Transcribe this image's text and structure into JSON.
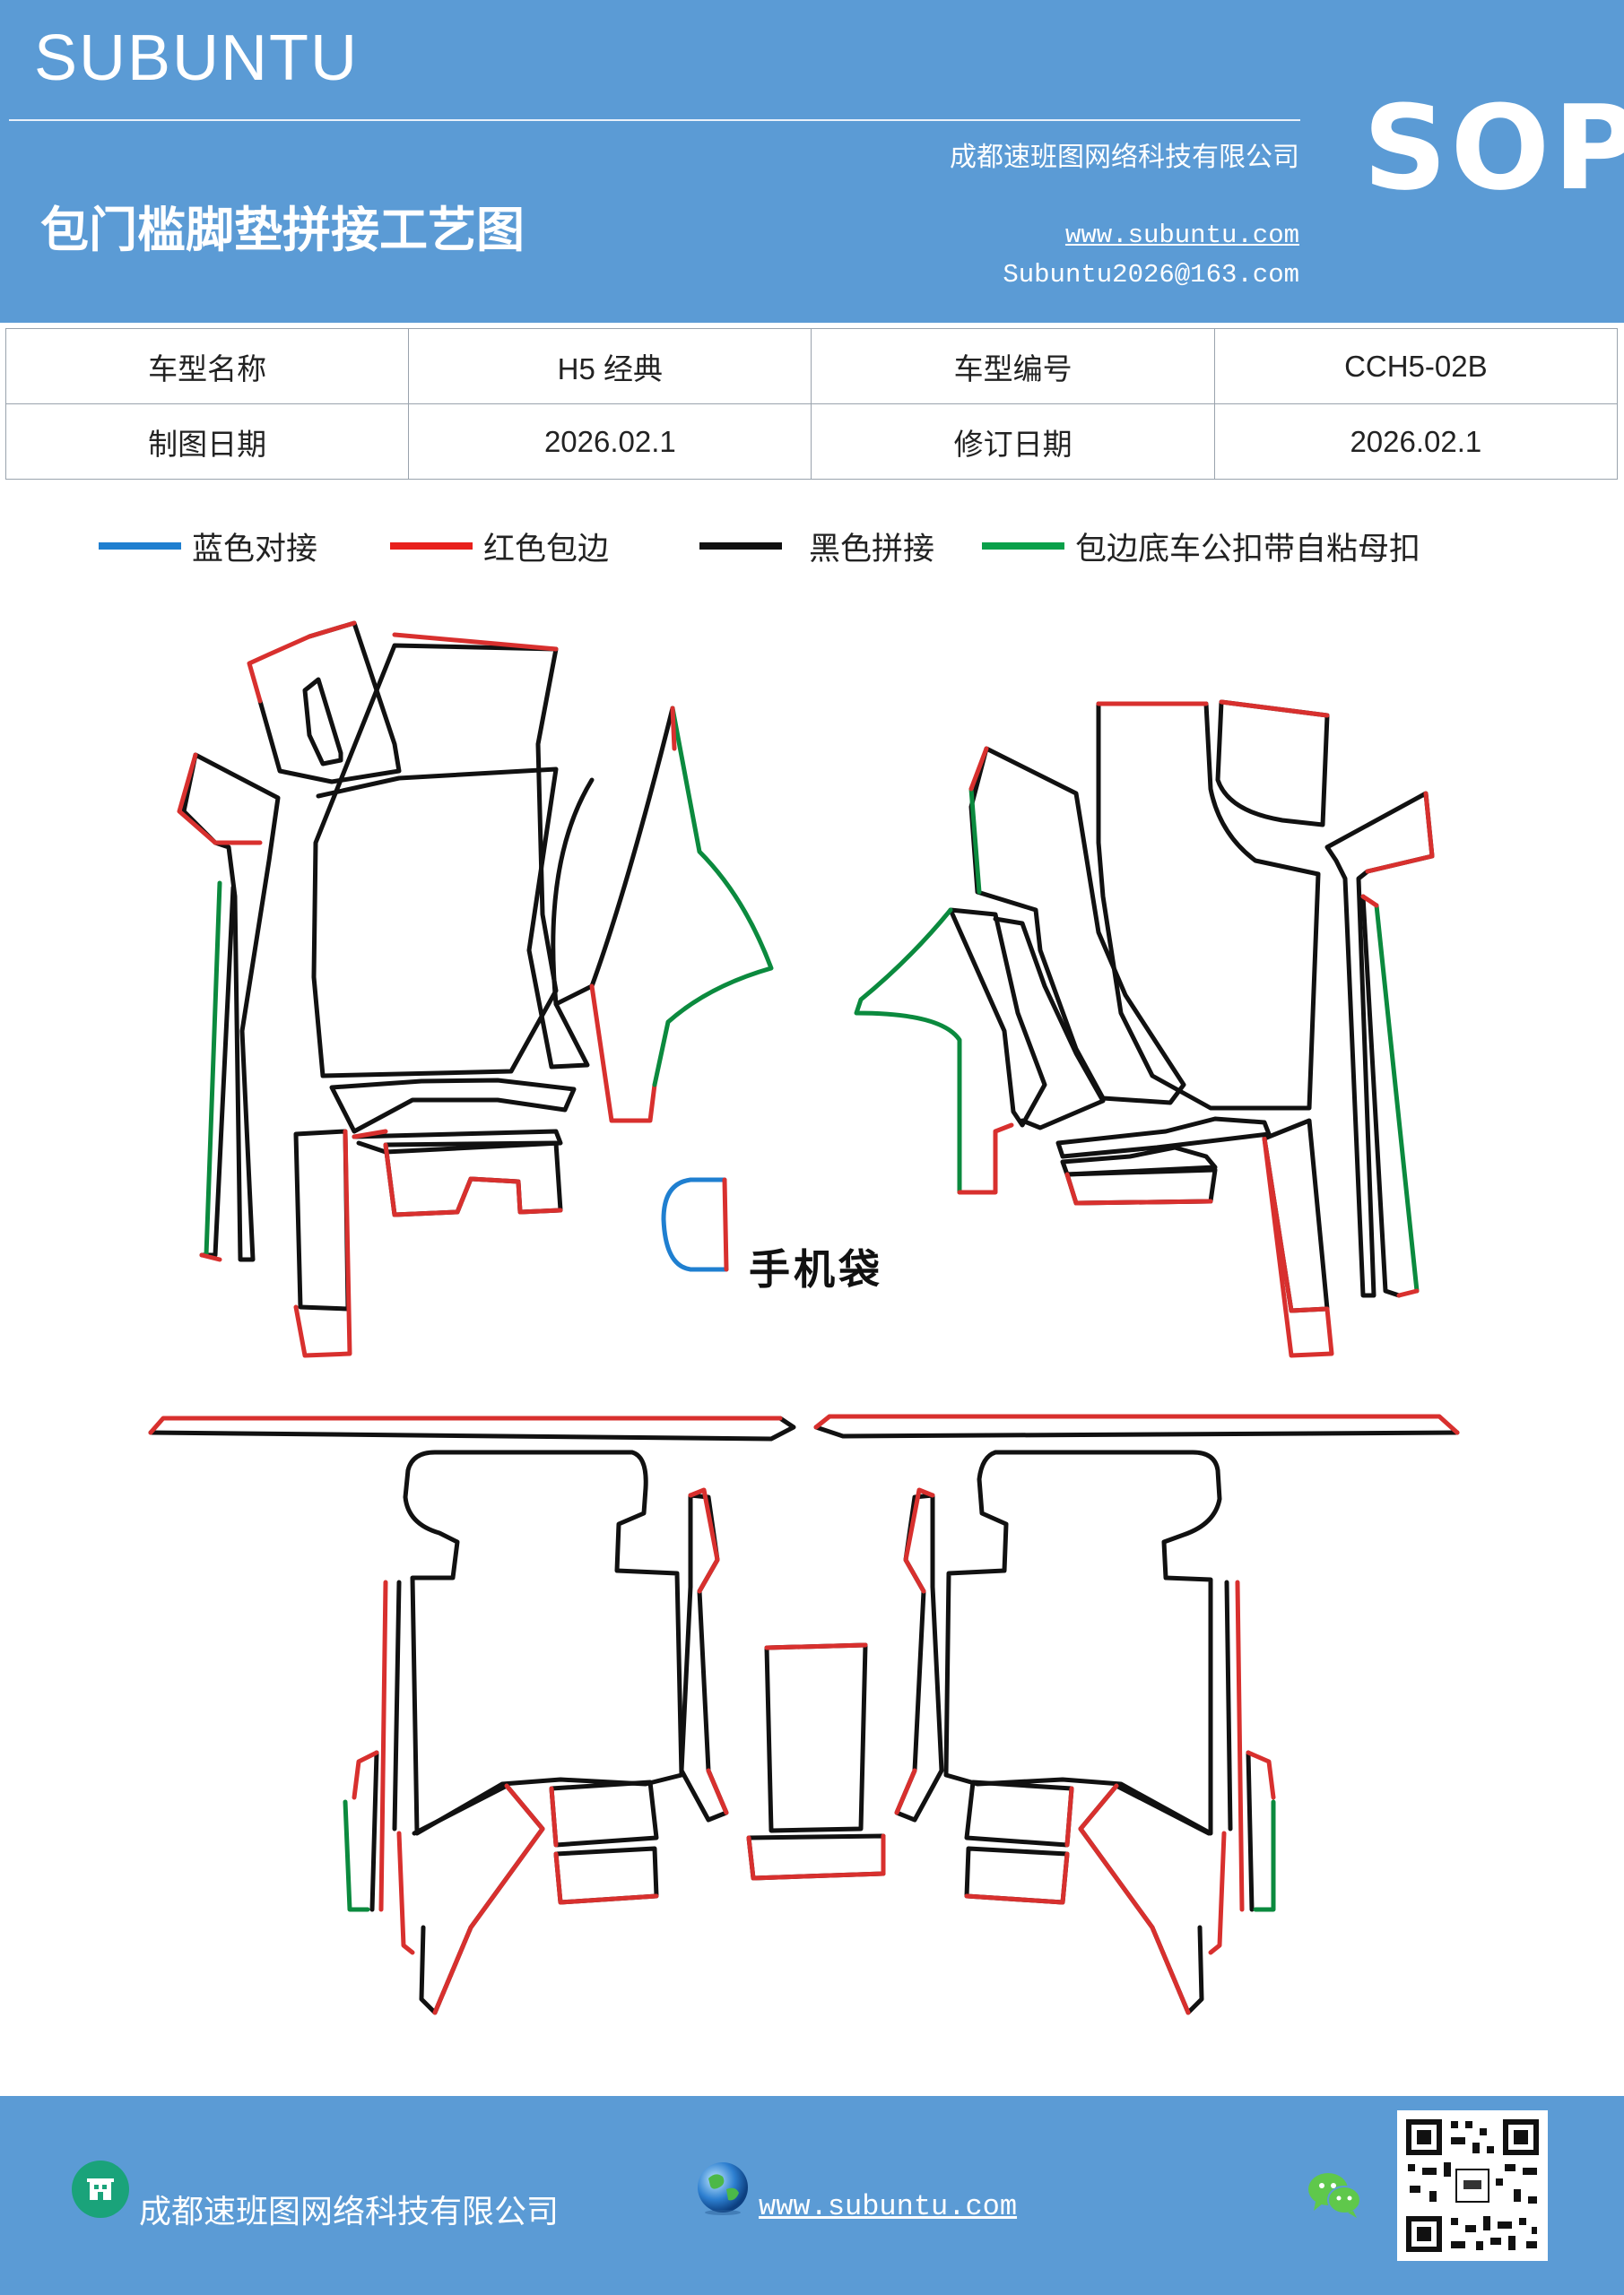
{
  "header": {
    "brand": "SUBUNTU",
    "company": "成都速班图网络科技有限公司",
    "title": "包门槛脚垫拼接工艺图",
    "website": "www.subuntu.com",
    "email": "Subuntu2026@163.com",
    "badge": "SOP"
  },
  "info": {
    "rows": [
      {
        "label1": "车型名称",
        "value1": "H5 经典",
        "label2": "车型编号",
        "value2": "CCH5-02B"
      },
      {
        "label1": "制图日期",
        "value1": "2026.02.1",
        "label2": "修订日期",
        "value2": "2026.02.1"
      }
    ]
  },
  "legend": [
    {
      "label": "蓝色对接",
      "color": "#1f7fd0"
    },
    {
      "label": "红色包边",
      "color": "#e8201c"
    },
    {
      "label": "黑色拼接",
      "color": "#111111"
    },
    {
      "label": "包边底车公扣带自粘母扣",
      "color": "#0aa04a"
    }
  ],
  "diagram": {
    "phone_pocket_label": "手机袋"
  },
  "footer": {
    "company": "成都速班图网络科技有限公司",
    "website": "www.subuntu.com",
    "icons": [
      "building-icon",
      "globe-icon",
      "wechat-icon",
      "qr-code"
    ]
  }
}
